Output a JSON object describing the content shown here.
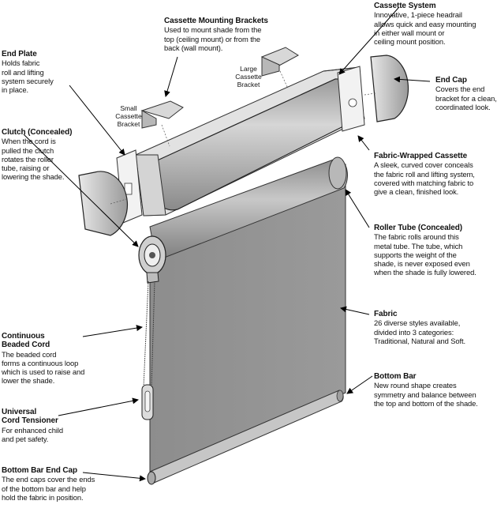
{
  "labels": {
    "cassette_mounting_brackets": {
      "title": "Cassette Mounting Brackets",
      "body": "Used to mount shade from the\ntop (ceiling mount) or from the\nback (wall mount)."
    },
    "cassette_system": {
      "title": "Cassette System",
      "body": "Innovative, 1-piece headrail\nallows quick and easy mounting\nin either wall mount or\nceiling mount position."
    },
    "end_plate": {
      "title": "End Plate",
      "body": "Holds fabric\nroll and lifting\nsystem securely\nin place."
    },
    "end_cap": {
      "title": "End Cap",
      "body": "Covers the end\nbracket for a clean,\ncoordinated look."
    },
    "clutch": {
      "title": "Clutch (Concealed)",
      "body": "When the cord is\npulled the clutch\nrotates the roller\ntube, raising or\nlowering the shade."
    },
    "fabric_wrapped_cassette": {
      "title": "Fabric-Wrapped Cassette",
      "body": "A sleek, curved cover conceals\nthe fabric roll and lifting system,\ncovered with matching fabric to\ngive a clean, finished look."
    },
    "roller_tube": {
      "title": "Roller Tube (Concealed)",
      "body": "The fabric rolls around this\nmetal tube. The tube, which\nsupports the weight of the\nshade, is never exposed even\nwhen the shade is fully lowered."
    },
    "fabric": {
      "title": "Fabric",
      "body": "26 diverse styles available,\ndivided into 3 categories:\nTraditional, Natural and Soft."
    },
    "continuous_beaded_cord": {
      "title": "Continuous\nBeaded Cord",
      "body": "The beaded cord\nforms a continuous loop\nwhich is used to raise and\nlower the shade."
    },
    "bottom_bar": {
      "title": "Bottom Bar",
      "body": "New round shape creates\nsymmetry and balance between\nthe top and bottom of the shade."
    },
    "universal_cord_tensioner": {
      "title": "Universal\nCord Tensioner",
      "body": "For enhanced child\nand pet safety."
    },
    "bottom_bar_end_cap": {
      "title": "Bottom Bar End Cap",
      "body": "The end caps cover the ends\nof the bottom bar and help\nhold the fabric in position."
    }
  },
  "small_labels": {
    "small_bracket": "Small\nCassette\nBracket",
    "large_bracket": "Large\nCassette\nBracket"
  }
}
